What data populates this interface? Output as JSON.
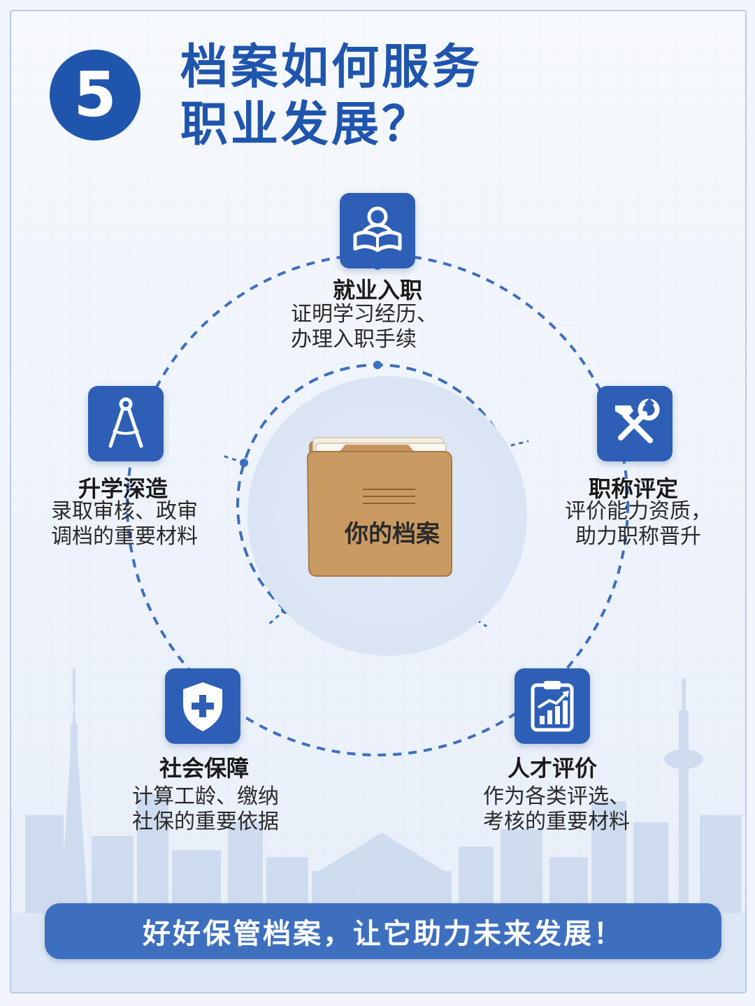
{
  "number": "5",
  "title": {
    "line1": "档案如何服务",
    "line2": "职业发展？"
  },
  "center": {
    "label": "你的档案",
    "icon": "folder-icon"
  },
  "nodes": [
    {
      "title": "就业入职",
      "desc1": "证明学习经历、",
      "desc2": "办理入职手续",
      "icon": "reading-person-icon"
    },
    {
      "title": "职称评定",
      "desc1": "评价能力资质，",
      "desc2": "助力职称晋升",
      "icon": "hammer-wrench-icon"
    },
    {
      "title": "人才评价",
      "desc1": "作为各类评选、",
      "desc2": "考核的重要材料",
      "icon": "chart-clipboard-icon"
    },
    {
      "title": "社会保障",
      "desc1": "计算工龄、缴纳",
      "desc2": "社保的重要依据",
      "icon": "shield-plus-icon"
    },
    {
      "title": "升学深造",
      "desc1": "录取审核、政审",
      "desc2": "调档的重要材料",
      "icon": "compass-icon"
    }
  ],
  "banner": "好好保管档案，让它助力未来发展！",
  "colors": {
    "primary": "#1f55ad",
    "icon_bg": "#2e5fb6",
    "banner": "#3e6fbf",
    "folder": "#c99a62",
    "dashed_line": "#3d6fc0"
  }
}
